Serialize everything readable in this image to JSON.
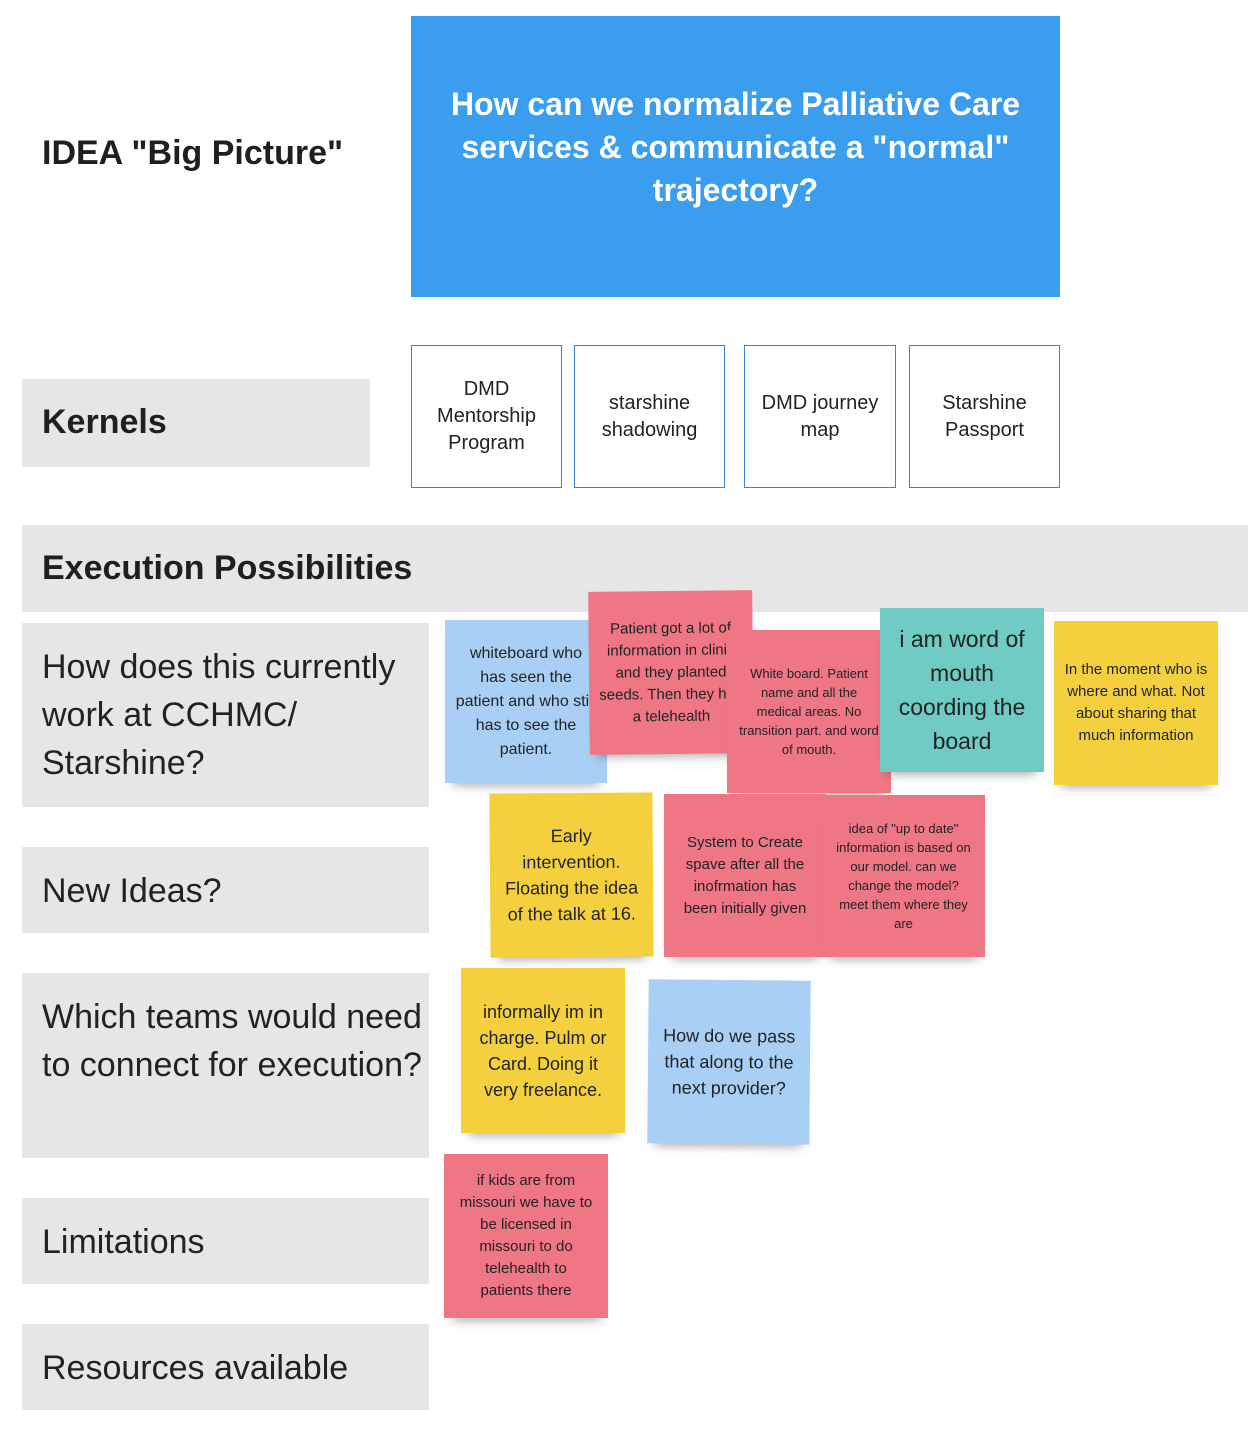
{
  "idea": {
    "label": "IDEA \"Big Picture\"",
    "question": "How can we normalize Palliative Care services & communicate a \"normal\" trajectory?"
  },
  "kernels": {
    "label": "Kernels",
    "items": [
      "DMD Mentorship Program",
      "starshine shadowing",
      "DMD journey map",
      "Starshine Passport"
    ]
  },
  "execution": {
    "label": "Execution Possibilities"
  },
  "rows": [
    "How does this currently work at CCHMC/ Starshine?",
    "New Ideas?",
    "Which teams would need to connect for execution?",
    "Limitations",
    "Resources available"
  ],
  "stickies": [
    {
      "text": "whiteboard who has seen the patient and who still has to see the patient.",
      "color": "blue"
    },
    {
      "text": "Patient got a lot of information in clinic and they planted seeds. Then they had a telehealth",
      "color": "red"
    },
    {
      "text": "White board. Patient name and all the medical areas. No transition part. and word of mouth.",
      "color": "red"
    },
    {
      "text": "i am word of mouth coording the board",
      "color": "teal"
    },
    {
      "text": "In the moment who is where and what. Not about sharing that much information",
      "color": "yellow"
    },
    {
      "text": "Early intervention. Floating the idea of the talk at 16.",
      "color": "yellow"
    },
    {
      "text": "System to Create spave after all the inofrmation has been initially given",
      "color": "red"
    },
    {
      "text": "idea of \"up to date\" information is based on our model. can we change the model? meet them where they are",
      "color": "red"
    },
    {
      "text": "informally im in charge. Pulm or Card. Doing it very freelance.",
      "color": "yellow"
    },
    {
      "text": "How do we pass that along to the next provider?",
      "color": "blue"
    },
    {
      "text": "if kids are from missouri we have to be licensed in missouri to do telehealth to patients there",
      "color": "red"
    }
  ],
  "colors": {
    "hero": "#3a9ded",
    "gray_band": "#e6e6e6",
    "kernel_border": "#3a7fd8",
    "blue": "#a9cff5",
    "red": "#ef7785",
    "yellow": "#f4d03e",
    "teal": "#6fcbc3"
  }
}
